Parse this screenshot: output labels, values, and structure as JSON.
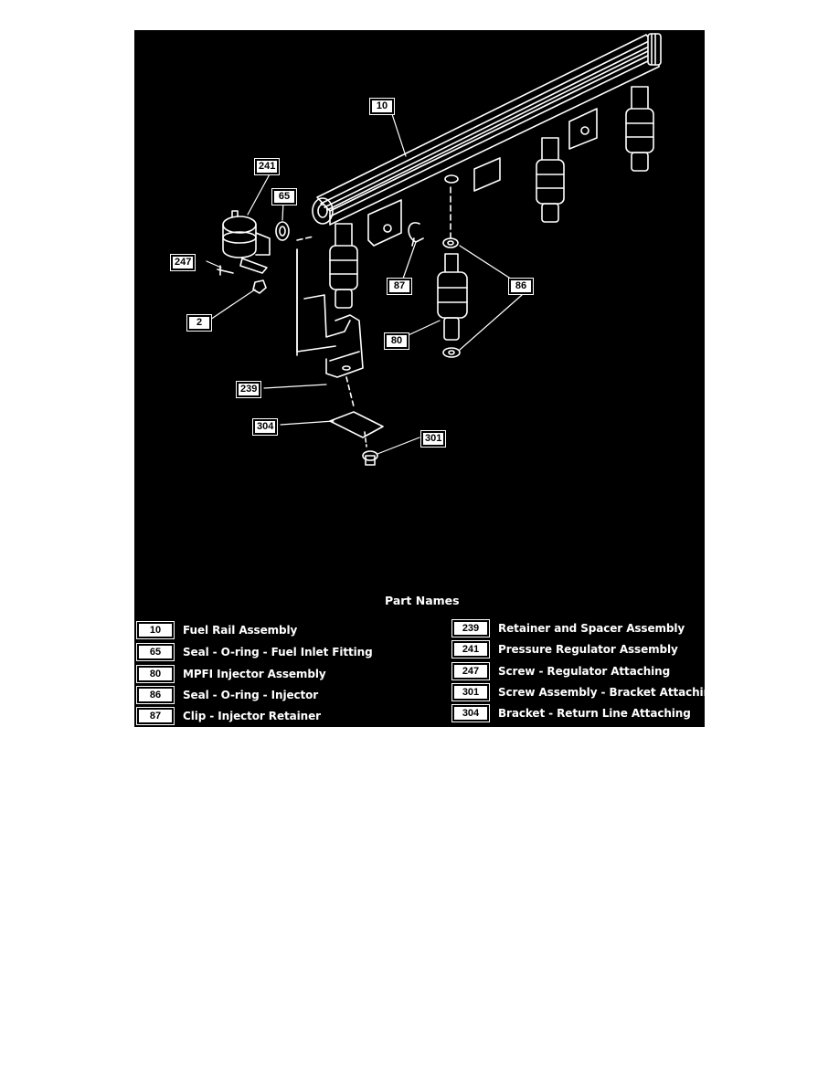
{
  "callouts": {
    "c10": "10",
    "c241": "241",
    "c65": "65",
    "c247": "247",
    "c2": "2",
    "c87": "87",
    "c86": "86",
    "c80": "80",
    "c239": "239",
    "c304": "304",
    "c301": "301"
  },
  "legend": {
    "title": "Part Names",
    "left": [
      {
        "num": "10",
        "name": "Fuel Rail Assembly"
      },
      {
        "num": "65",
        "name": "Seal - O-ring - Fuel Inlet Fitting"
      },
      {
        "num": "80",
        "name": "MPFI Injector Assembly"
      },
      {
        "num": "86",
        "name": "Seal - O-ring - Injector"
      },
      {
        "num": "87",
        "name": "Clip - Injector Retainer"
      }
    ],
    "right": [
      {
        "num": "239",
        "name": "Retainer and Spacer Assembly"
      },
      {
        "num": "241",
        "name": "Pressure Regulator Assembly"
      },
      {
        "num": "247",
        "name": "Screw - Regulator Attaching"
      },
      {
        "num": "301",
        "name": "Screw Assembly - Bracket Attaching"
      },
      {
        "num": "304",
        "name": "Bracket - Return Line Attaching"
      }
    ]
  },
  "colors": {
    "background": "#000000",
    "ink": "#ffffff"
  }
}
